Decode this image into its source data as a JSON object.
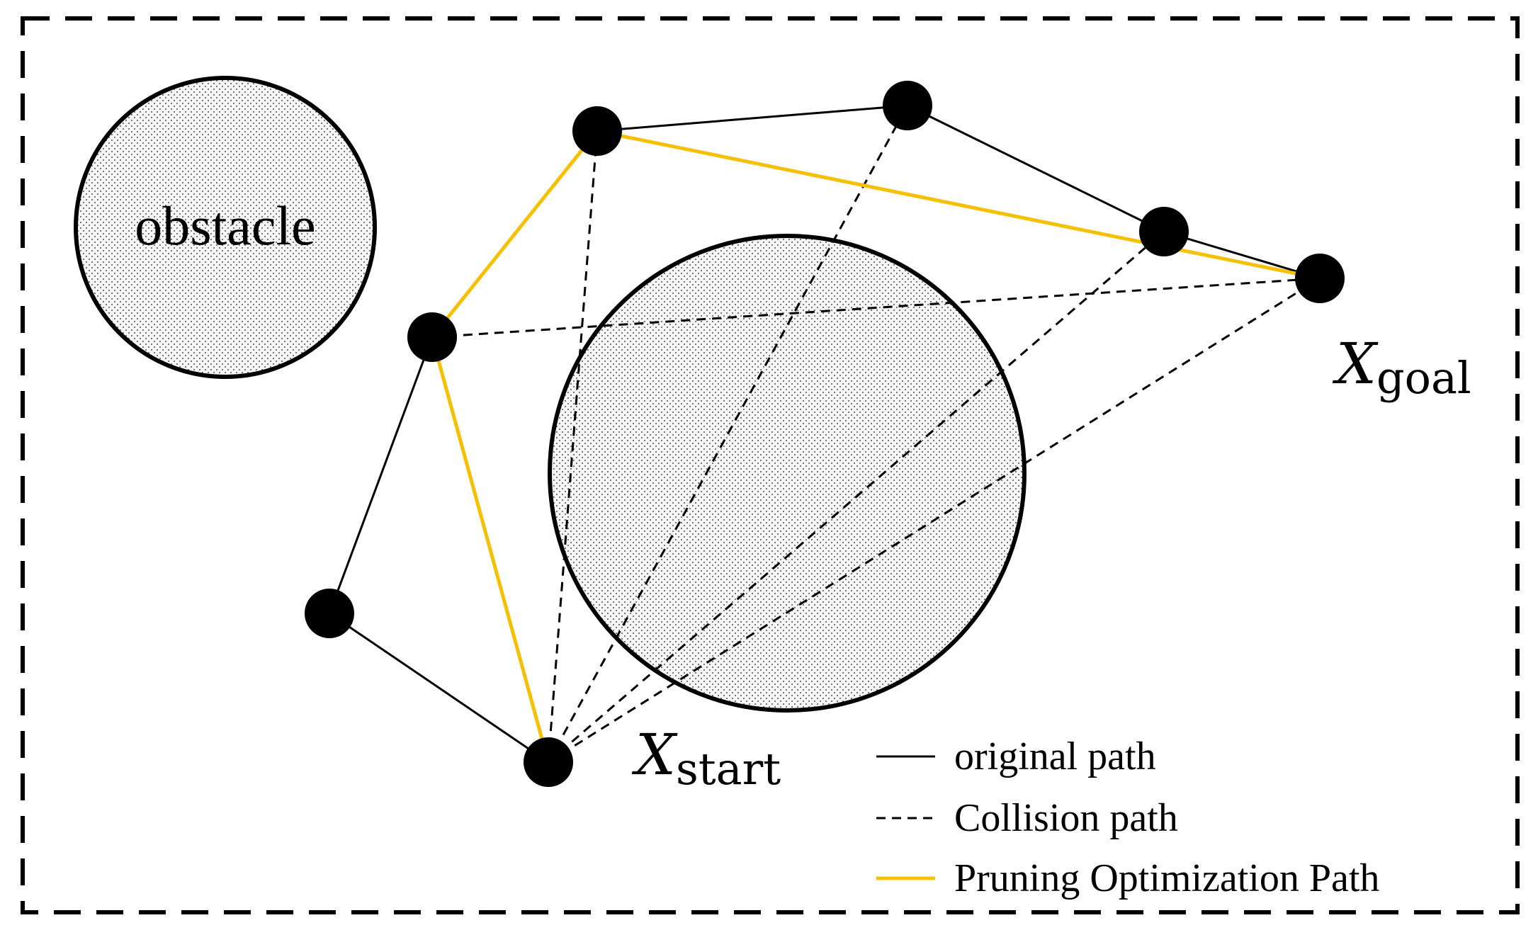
{
  "diagram": {
    "obstacle_label": "obstacle",
    "start_label": {
      "symbol": "X",
      "subscript": "start"
    },
    "goal_label": {
      "symbol": "X",
      "subscript": "goal"
    },
    "legend": [
      {
        "label": "original path",
        "style": "solid",
        "color": "#000000"
      },
      {
        "label": "Collision path",
        "style": "dashed",
        "color": "#000000"
      },
      {
        "label": "Pruning Optimization Path",
        "style": "solid",
        "color": "#F5C000"
      }
    ],
    "colors": {
      "original_path": "#000000",
      "collision_path": "#000000",
      "pruning_path": "#F5C000",
      "node": "#000000",
      "obstacle_fill": "#ececec",
      "border": "#000000"
    }
  }
}
